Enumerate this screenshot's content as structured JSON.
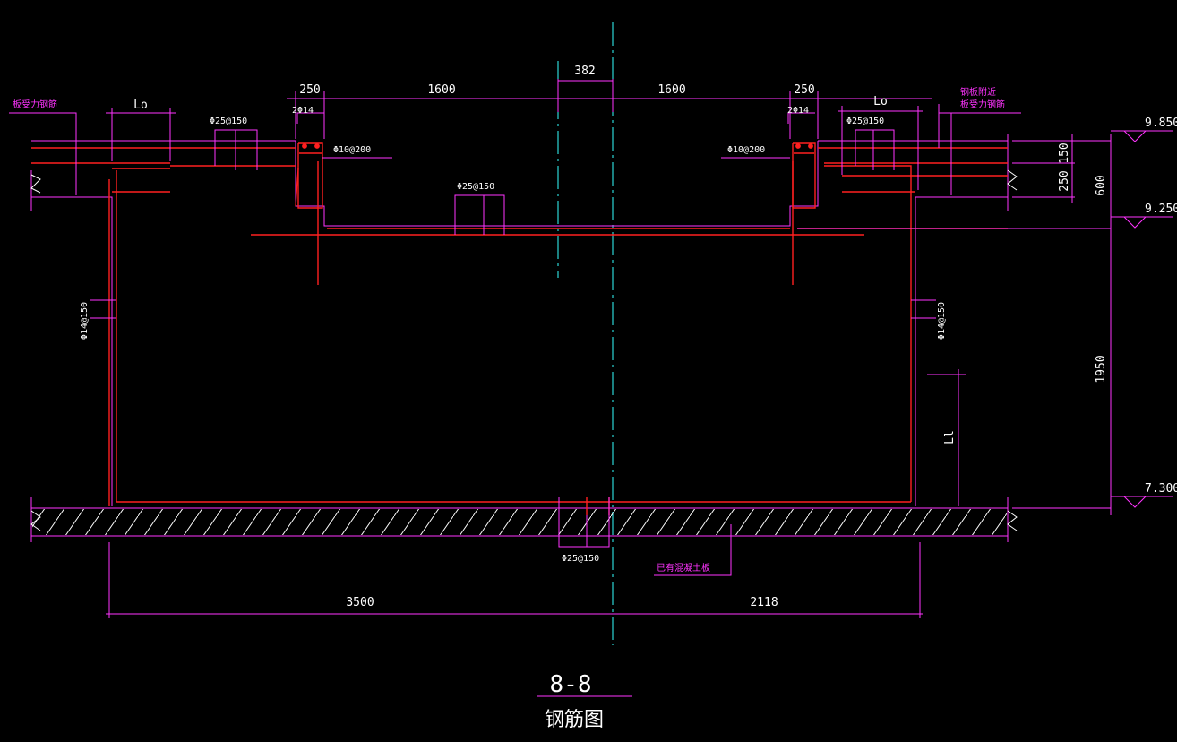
{
  "colors": {
    "background": "#000000",
    "rebar": "#ff2020",
    "dimension": "#ff33ff",
    "centerline": "#33ffff",
    "text": "#ffffff",
    "hatch": "#ffffff"
  },
  "drawing": {
    "title": "8-8",
    "subtitle": "钢筋图",
    "dimensions": {
      "top_center": "382",
      "top_left_span": "1600",
      "top_right_span": "1600",
      "top_left_250": "250",
      "top_right_250": "250",
      "lo_left": "Lo",
      "lo_right": "Lo",
      "bottom_left": "3500",
      "bottom_right": "2118",
      "right_150": "150",
      "right_250": "250",
      "right_600": "600",
      "right_1950": "1950",
      "ll": "Ll"
    },
    "elevations": {
      "top": "9.850",
      "mid": "9.250",
      "bottom": "7.300"
    },
    "rebar_notes": {
      "top_left_bar": "Φ25@150",
      "top_right_bar": "Φ25@150",
      "beam_left": "2Φ14",
      "beam_right": "2Φ14",
      "stirrup_left": "Φ10@200",
      "stirrup_right": "Φ10@200",
      "slab_mid": "Φ25@150",
      "wall_left": "Φ14@150",
      "wall_right": "Φ14@150",
      "bottom_center": "Φ25@150"
    },
    "labels": {
      "left_slab": "板受力钢筋",
      "right_slab_1": "钢板附近",
      "right_slab_2": "板受力钢筋",
      "existing_slab": "已有混凝土板"
    }
  }
}
